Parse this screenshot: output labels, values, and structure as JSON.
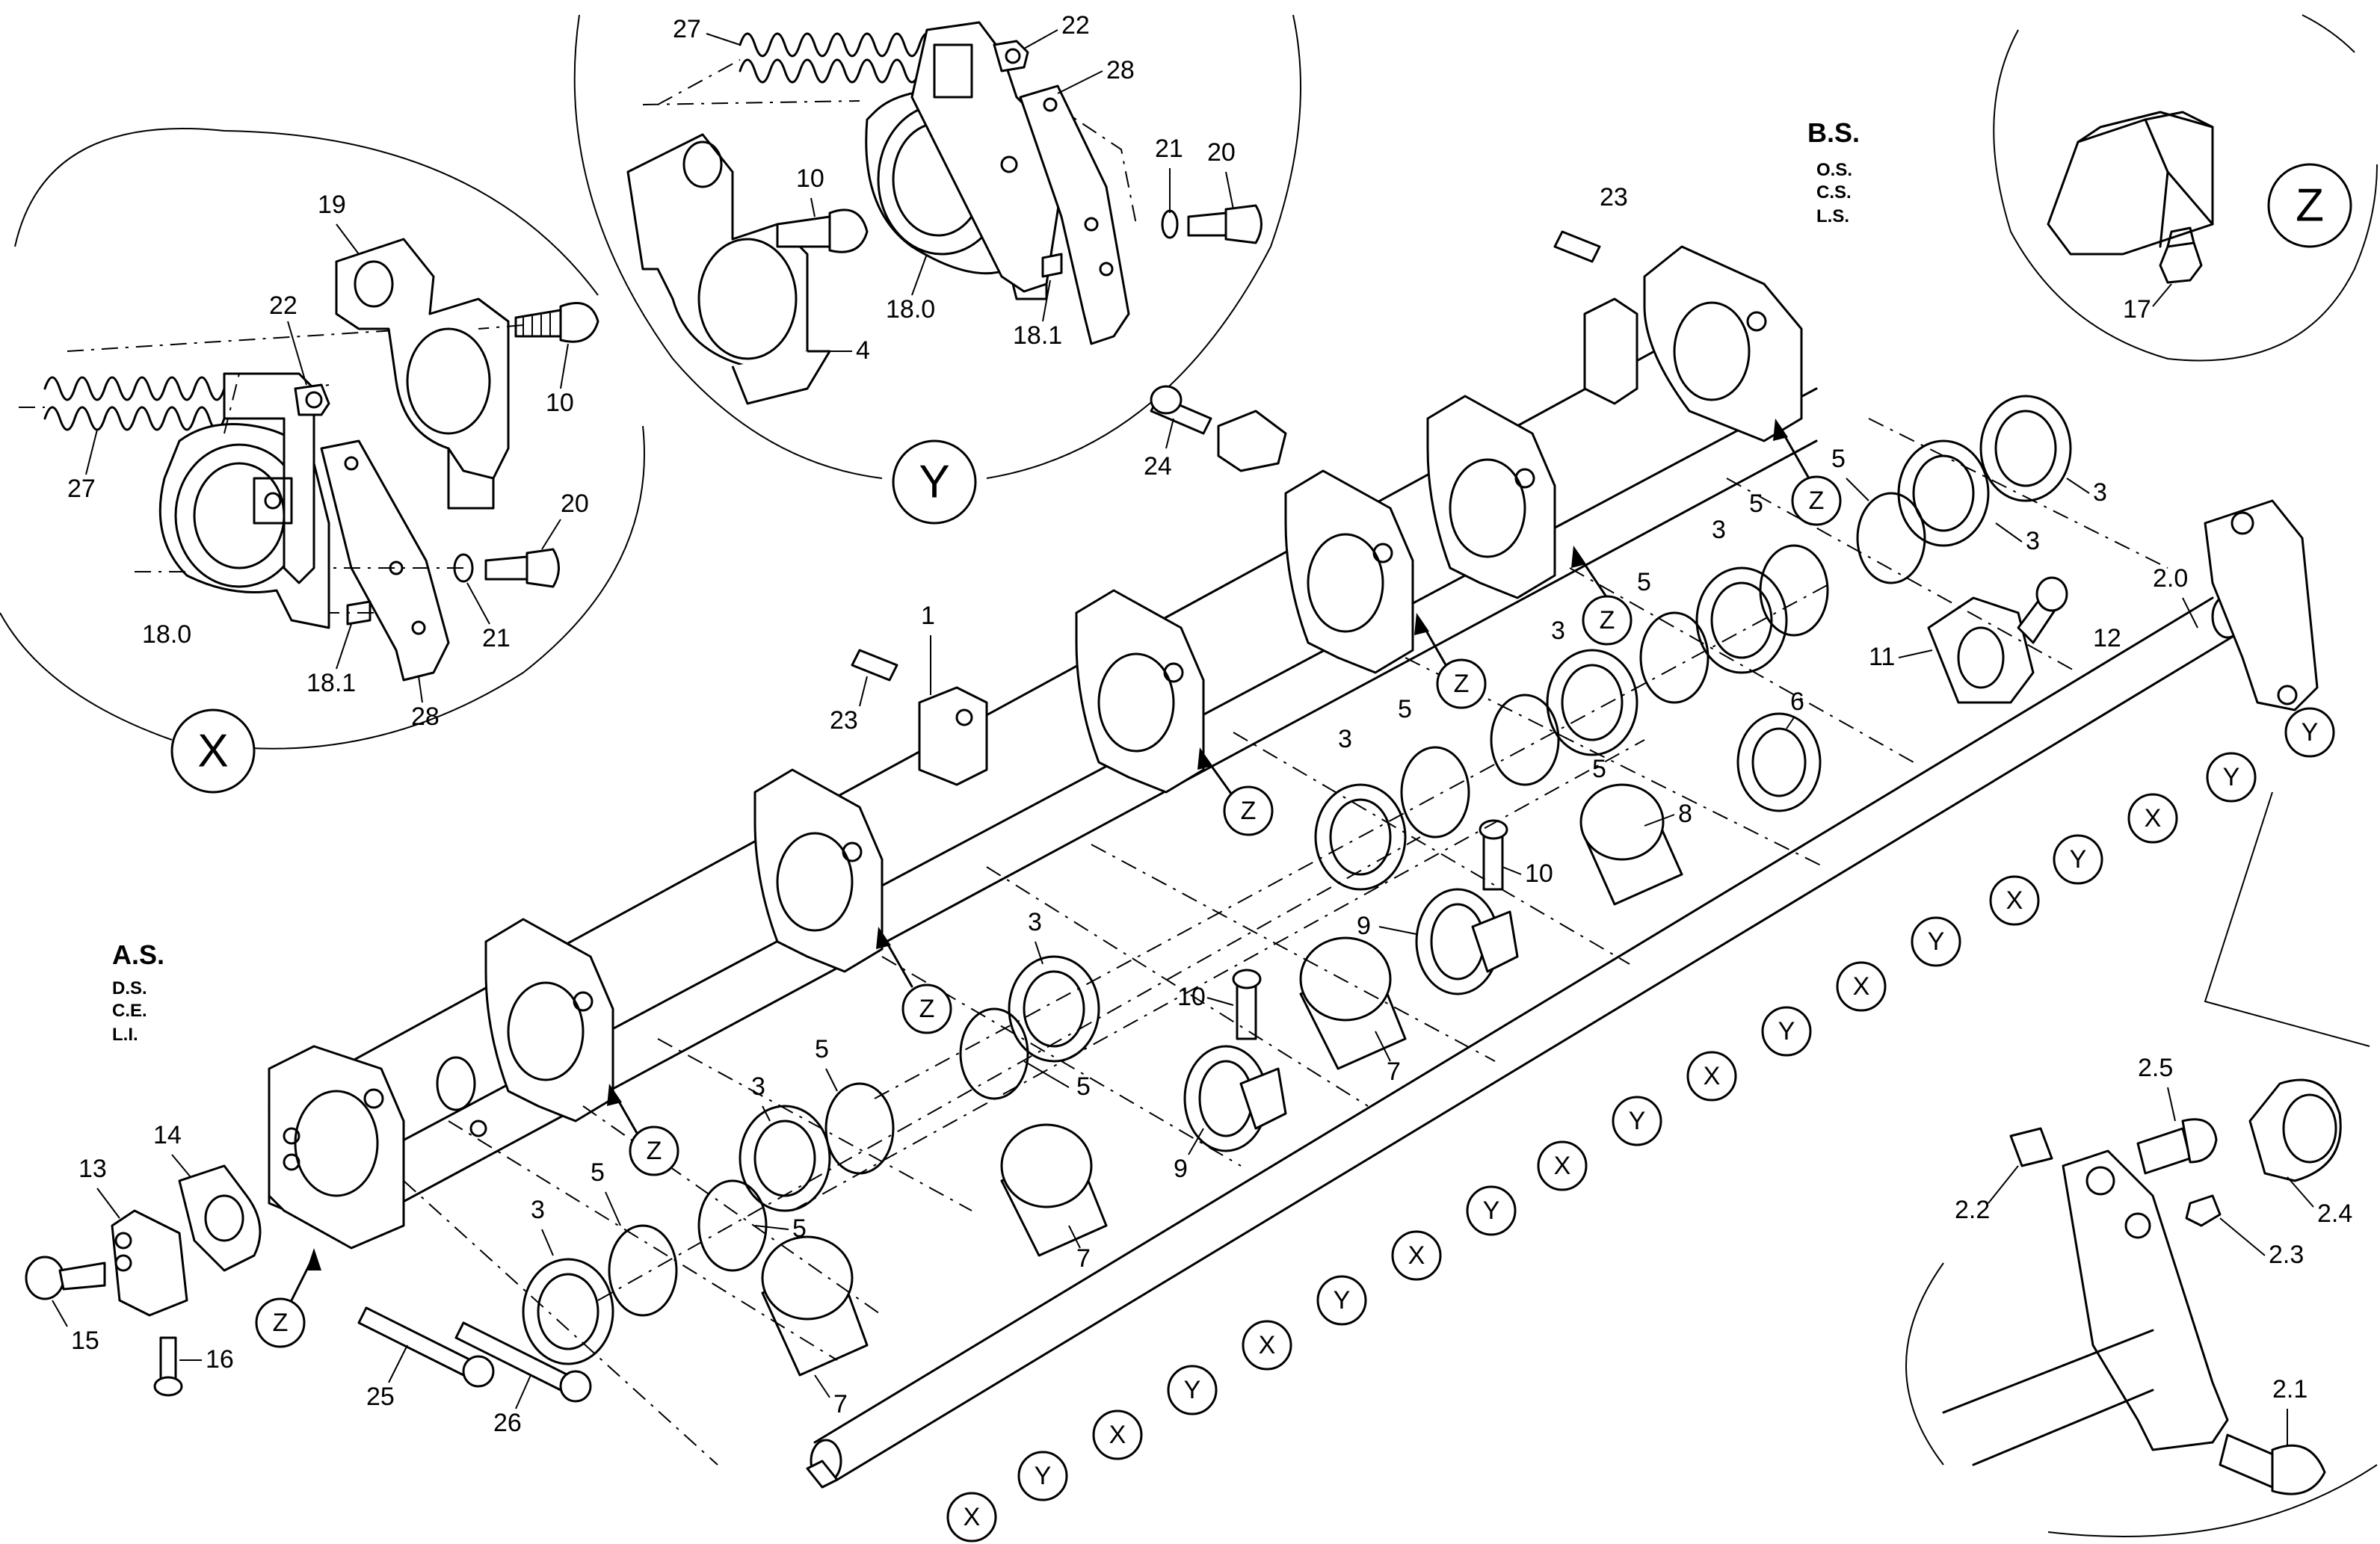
{
  "sides": {
    "bs": {
      "title": "B.S.",
      "lines": [
        "O.S.",
        "C.S.",
        "L.S."
      ]
    },
    "as": {
      "title": "A.S.",
      "lines": [
        "D.S.",
        "C.E.",
        "L.I."
      ]
    }
  },
  "details": {
    "x": "X",
    "y": "Y",
    "z": "Z"
  },
  "labels": {
    "p1": "1",
    "p2_0": "2.0",
    "p2_1": "2.1",
    "p2_2": "2.2",
    "p2_3": "2.3",
    "p2_4": "2.4",
    "p2_5": "2.5",
    "p3": "3",
    "p4": "4",
    "p5": "5",
    "p6": "6",
    "p7": "7",
    "p8": "8",
    "p9": "9",
    "p10": "10",
    "p11": "11",
    "p12": "12",
    "p13": "13",
    "p14": "14",
    "p15": "15",
    "p16": "16",
    "p17": "17",
    "p18_0": "18.0",
    "p18_1": "18.1",
    "p19": "19",
    "p20": "20",
    "p21": "21",
    "p22": "22",
    "p23": "23",
    "p24": "24",
    "p25": "25",
    "p26": "26",
    "p27": "27",
    "p28": "28"
  },
  "callouts": {
    "x": "X",
    "y": "Y",
    "z": "Z"
  }
}
